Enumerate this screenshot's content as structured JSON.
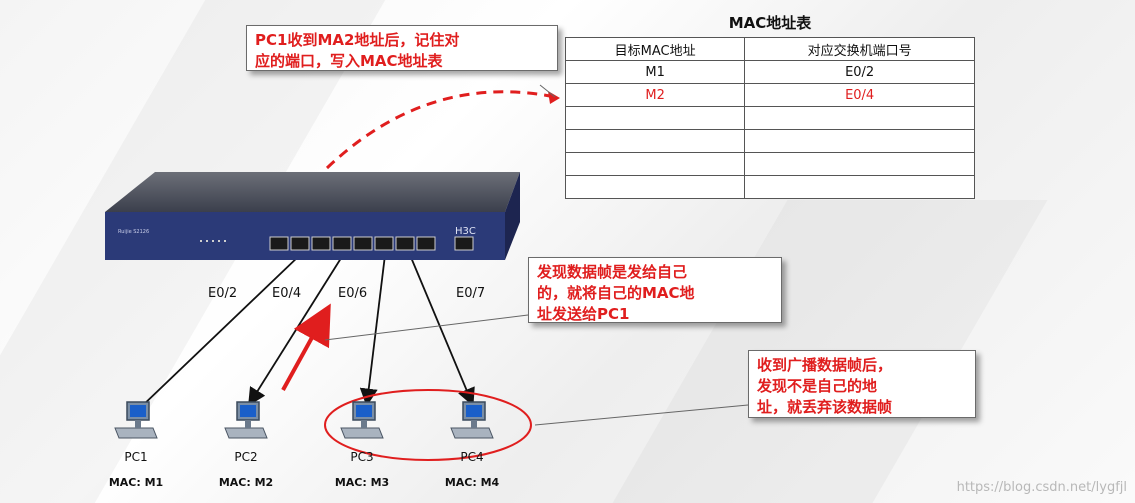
{
  "callouts": {
    "top": [
      "PC1收到MA2地址后，记住对",
      "应的端口，写入MAC地址表"
    ],
    "middle": [
      "发现数据帧是发给自己",
      "的，就将自己的MAC地",
      "址发送给PC1"
    ],
    "right": [
      "收到广播数据帧后，",
      "发现不是自己的地",
      "址，就丢弃该数据帧"
    ]
  },
  "mac_table": {
    "title": "MAC地址表",
    "headers": [
      "目标MAC地址",
      "对应交换机端口号"
    ],
    "rows": [
      {
        "mac": "M1",
        "port": "E0/2",
        "highlight": false
      },
      {
        "mac": "M2",
        "port": "E0/4",
        "highlight": true
      },
      {
        "mac": "",
        "port": "",
        "highlight": false
      },
      {
        "mac": "",
        "port": "",
        "highlight": false
      },
      {
        "mac": "",
        "port": "",
        "highlight": false
      },
      {
        "mac": "",
        "port": "",
        "highlight": false
      }
    ]
  },
  "switch": {
    "brand": "H3C",
    "model": "Ruijie S2126"
  },
  "ports": {
    "p1": "E0/2",
    "p2": "E0/4",
    "p3": "E0/6",
    "p4": "E0/7"
  },
  "pcs": [
    {
      "name": "PC1",
      "mac": "MAC: M1"
    },
    {
      "name": "PC2",
      "mac": "MAC: M2"
    },
    {
      "name": "PC3",
      "mac": "MAC: M3"
    },
    {
      "name": "PC4",
      "mac": "MAC: M4"
    }
  ],
  "watermark": "https://blog.csdn.net/lygfjl",
  "colors": {
    "accent_red": "#e01e1e",
    "switch_blue": "#2b3a78"
  }
}
